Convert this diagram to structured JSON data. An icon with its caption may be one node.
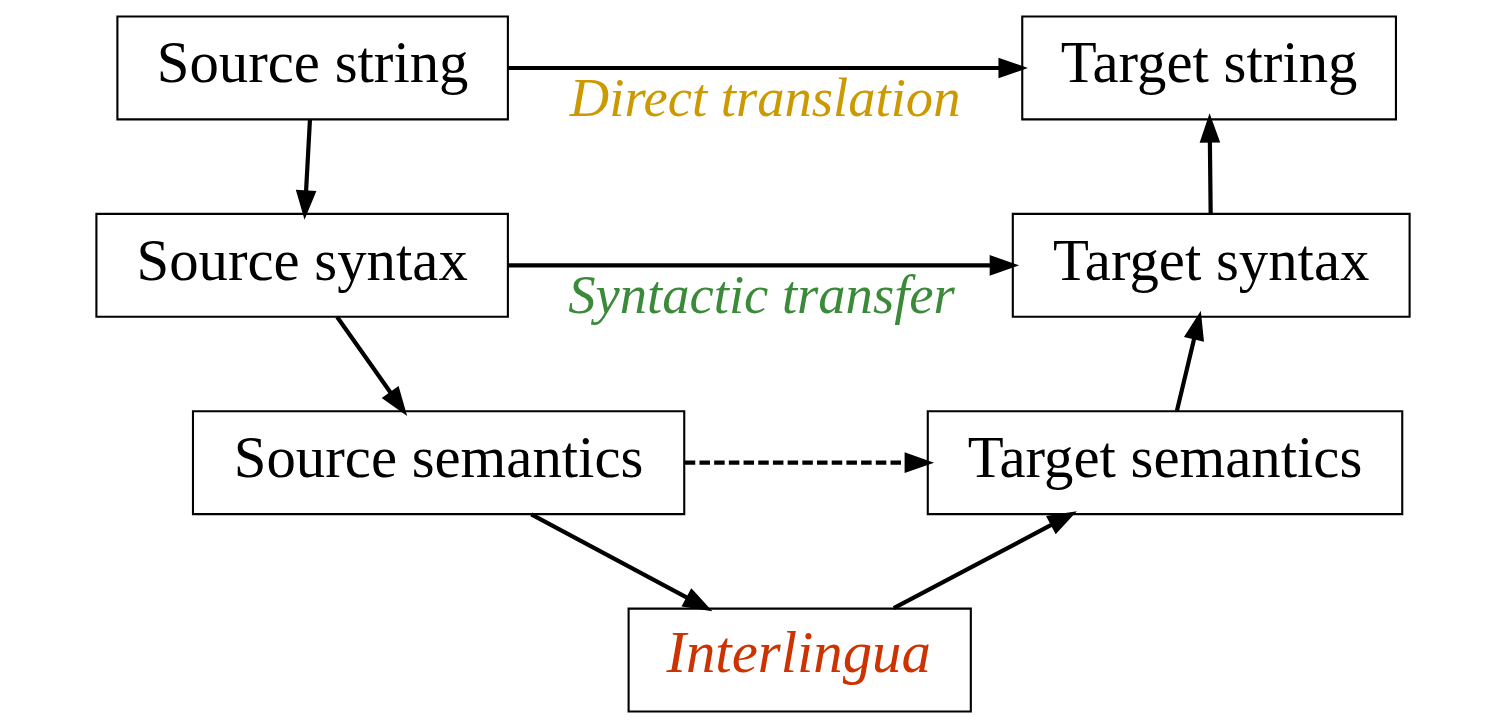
{
  "diagram": {
    "nodes": [
      {
        "text": [
          "Interlingua"
        ]
      },
      {
        "text": [
          "Source semantics"
        ]
      },
      {
        "text": [
          "Target semantics"
        ]
      },
      {
        "text": [
          "Source syntax"
        ]
      },
      {
        "text": [
          "Target syntax"
        ]
      },
      {
        "text": [
          "Source string"
        ]
      },
      {
        "text": [
          "Target string"
        ]
      }
    ],
    "edges": [
      {
        "from": 5,
        "to": 3,
        "arrow": "to"
      },
      {
        "from": 3,
        "to": 1,
        "arrow": "to"
      },
      {
        "from": 1,
        "to": 0,
        "arrow": "to"
      },
      {
        "from": 0,
        "to": 2,
        "arrow": "to"
      },
      {
        "from": 2,
        "to": 4,
        "arrow": "to"
      },
      {
        "from": 4,
        "to": 6,
        "arrow": "to"
      },
      {
        "from": 1,
        "to": 2,
        "arrow": "to",
        "style": "dashed"
      },
      {
        "from": 3,
        "to": 4,
        "arrow": "to",
        "label": "Syntactic transfer"
      },
      {
        "from": 5,
        "to": 6,
        "arrow": "to",
        "label": "Direct translation"
      }
    ]
  }
}
